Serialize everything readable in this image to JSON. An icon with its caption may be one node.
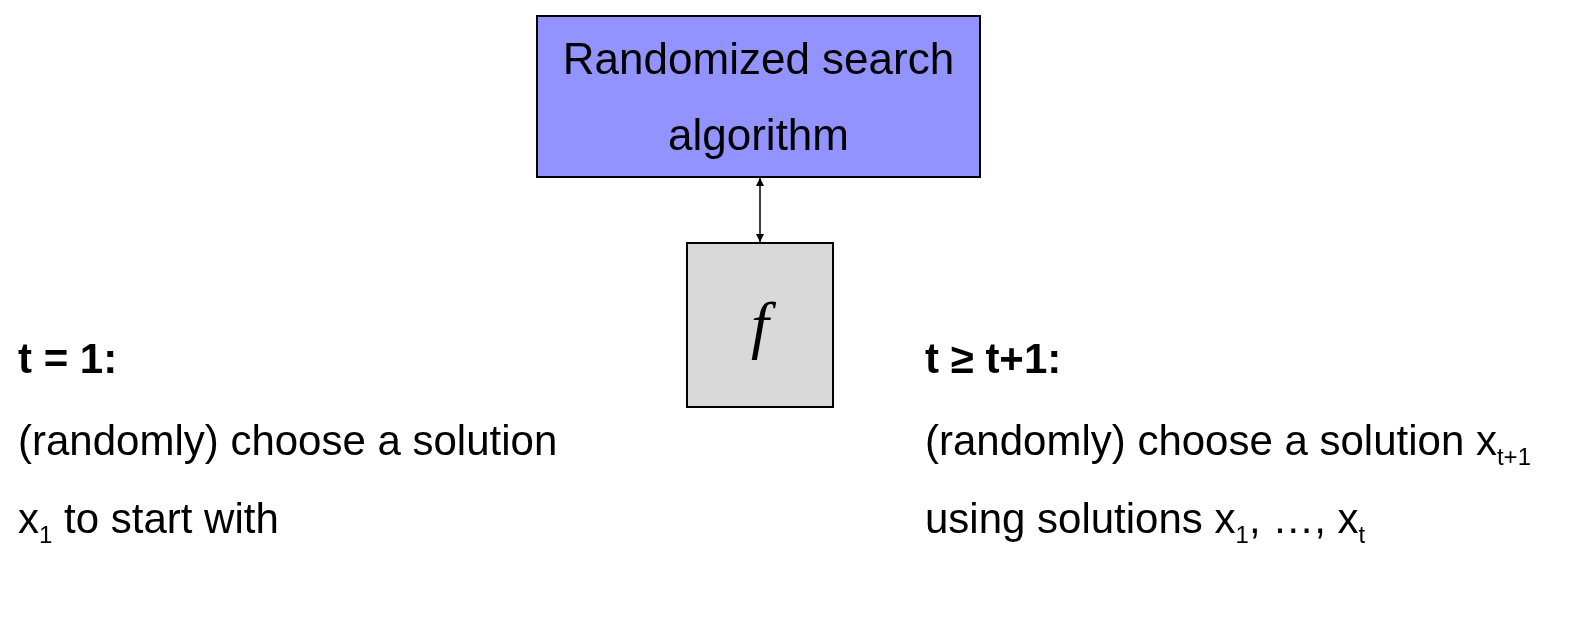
{
  "diagram": {
    "nodes": [
      {
        "text": [
          "Randomized search algorithm"
        ]
      },
      {
        "text": [
          "f"
        ]
      }
    ],
    "edges": [
      {
        "from": 0,
        "to": 1,
        "arrow": "both"
      }
    ],
    "labels": [
      "t = 1:",
      "(randomly) choose a solution x$_{1}$ to start with",
      "t ≥ t+1:",
      "(randomly) choose a solution x$_{t+1}$ using solutions x$_{1}$, …, x$_{t}$"
    ]
  }
}
